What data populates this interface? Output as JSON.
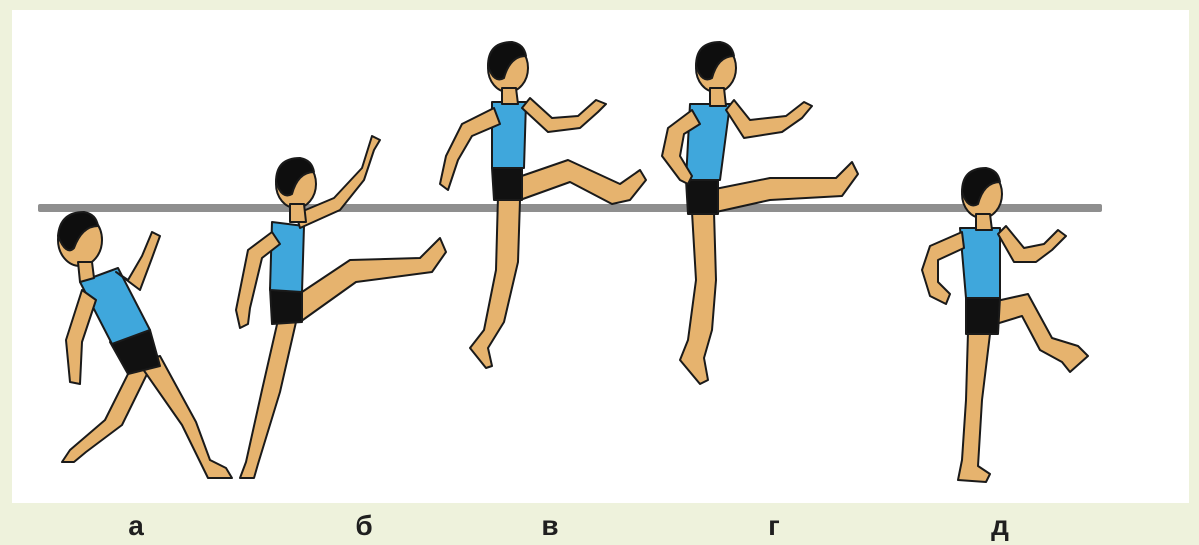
{
  "figure": {
    "labels": [
      "а",
      "б",
      "в",
      "г",
      "д"
    ]
  },
  "colors": {
    "background": "#eef2dc",
    "panel": "#ffffff",
    "bar": "#8f8f8f",
    "skin": "#e6b36e",
    "shirt": "#3fa7dc",
    "shorts": "#111111",
    "hair": "#0e0e0e",
    "outline": "#1a1a1a"
  }
}
